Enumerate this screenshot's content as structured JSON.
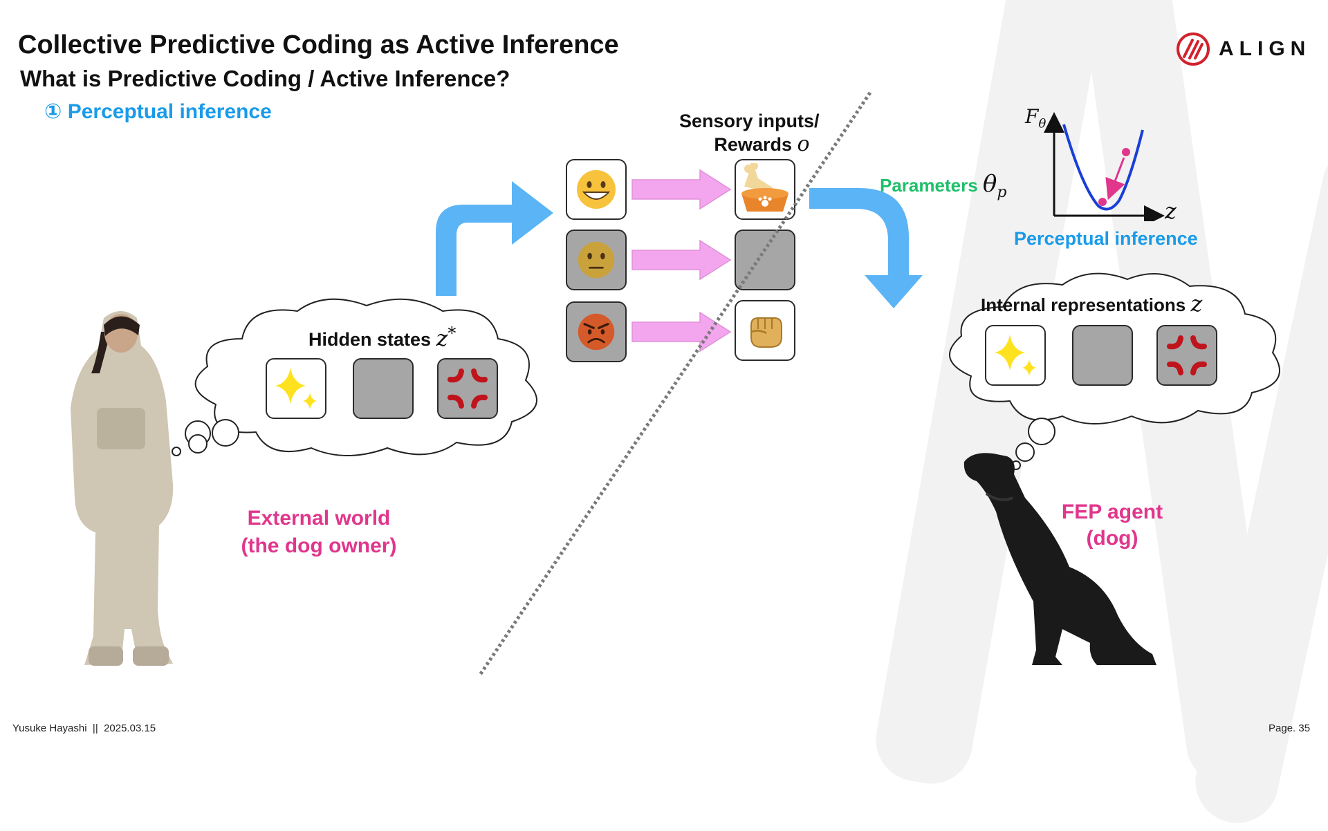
{
  "slide": {
    "title": "Collective Predictive Coding as Active Inference",
    "subtitle": "What is Predictive Coding / Active Inference?",
    "section": "① Perceptual inference"
  },
  "logo": {
    "text": "ALIGN",
    "icon": "align-logo-icon"
  },
  "external_world": {
    "thought_label": "Hidden states",
    "thought_symbol": "z",
    "thought_symbol_sup": "*",
    "caption_line1": "External world",
    "caption_line2": "(the dog owner)",
    "tiles": [
      "sparkle-icon",
      "blank-tile",
      "anger-symbol-icon"
    ]
  },
  "sensory": {
    "label_line1": "Sensory inputs/",
    "label_line2": "Rewards",
    "symbol": "o",
    "emotion_tiles": [
      "grinning-face-icon",
      "neutral-face-icon",
      "angry-face-icon"
    ],
    "output_tiles": [
      "dog-bowl-with-bone-icon",
      "blank-tile",
      "fist-icon"
    ]
  },
  "parameters": {
    "label": "Parameters",
    "symbol": "θ",
    "symbol_sub": "p"
  },
  "free_energy_plot": {
    "y_label": "F",
    "y_label_sub": "θ",
    "x_label": "z",
    "caption": "Perceptual inference"
  },
  "agent": {
    "thought_label": "Internal representations",
    "thought_symbol": "z",
    "caption_line1": "FEP agent",
    "caption_line2": "(dog)",
    "tiles": [
      "sparkle-icon",
      "blank-tile",
      "anger-symbol-icon"
    ]
  },
  "footer": {
    "author": "Yusuke Hayashi",
    "separator": "||",
    "date": "2025.03.15",
    "page": "Page. 35"
  },
  "colors": {
    "accent_blue": "#1a9be8",
    "accent_pink": "#e0368c",
    "accent_green": "#1fbf6b",
    "arrow_blue": "#5ab4f5",
    "arrow_pink": "#f3a6ee",
    "logo_red": "#d2222d"
  }
}
